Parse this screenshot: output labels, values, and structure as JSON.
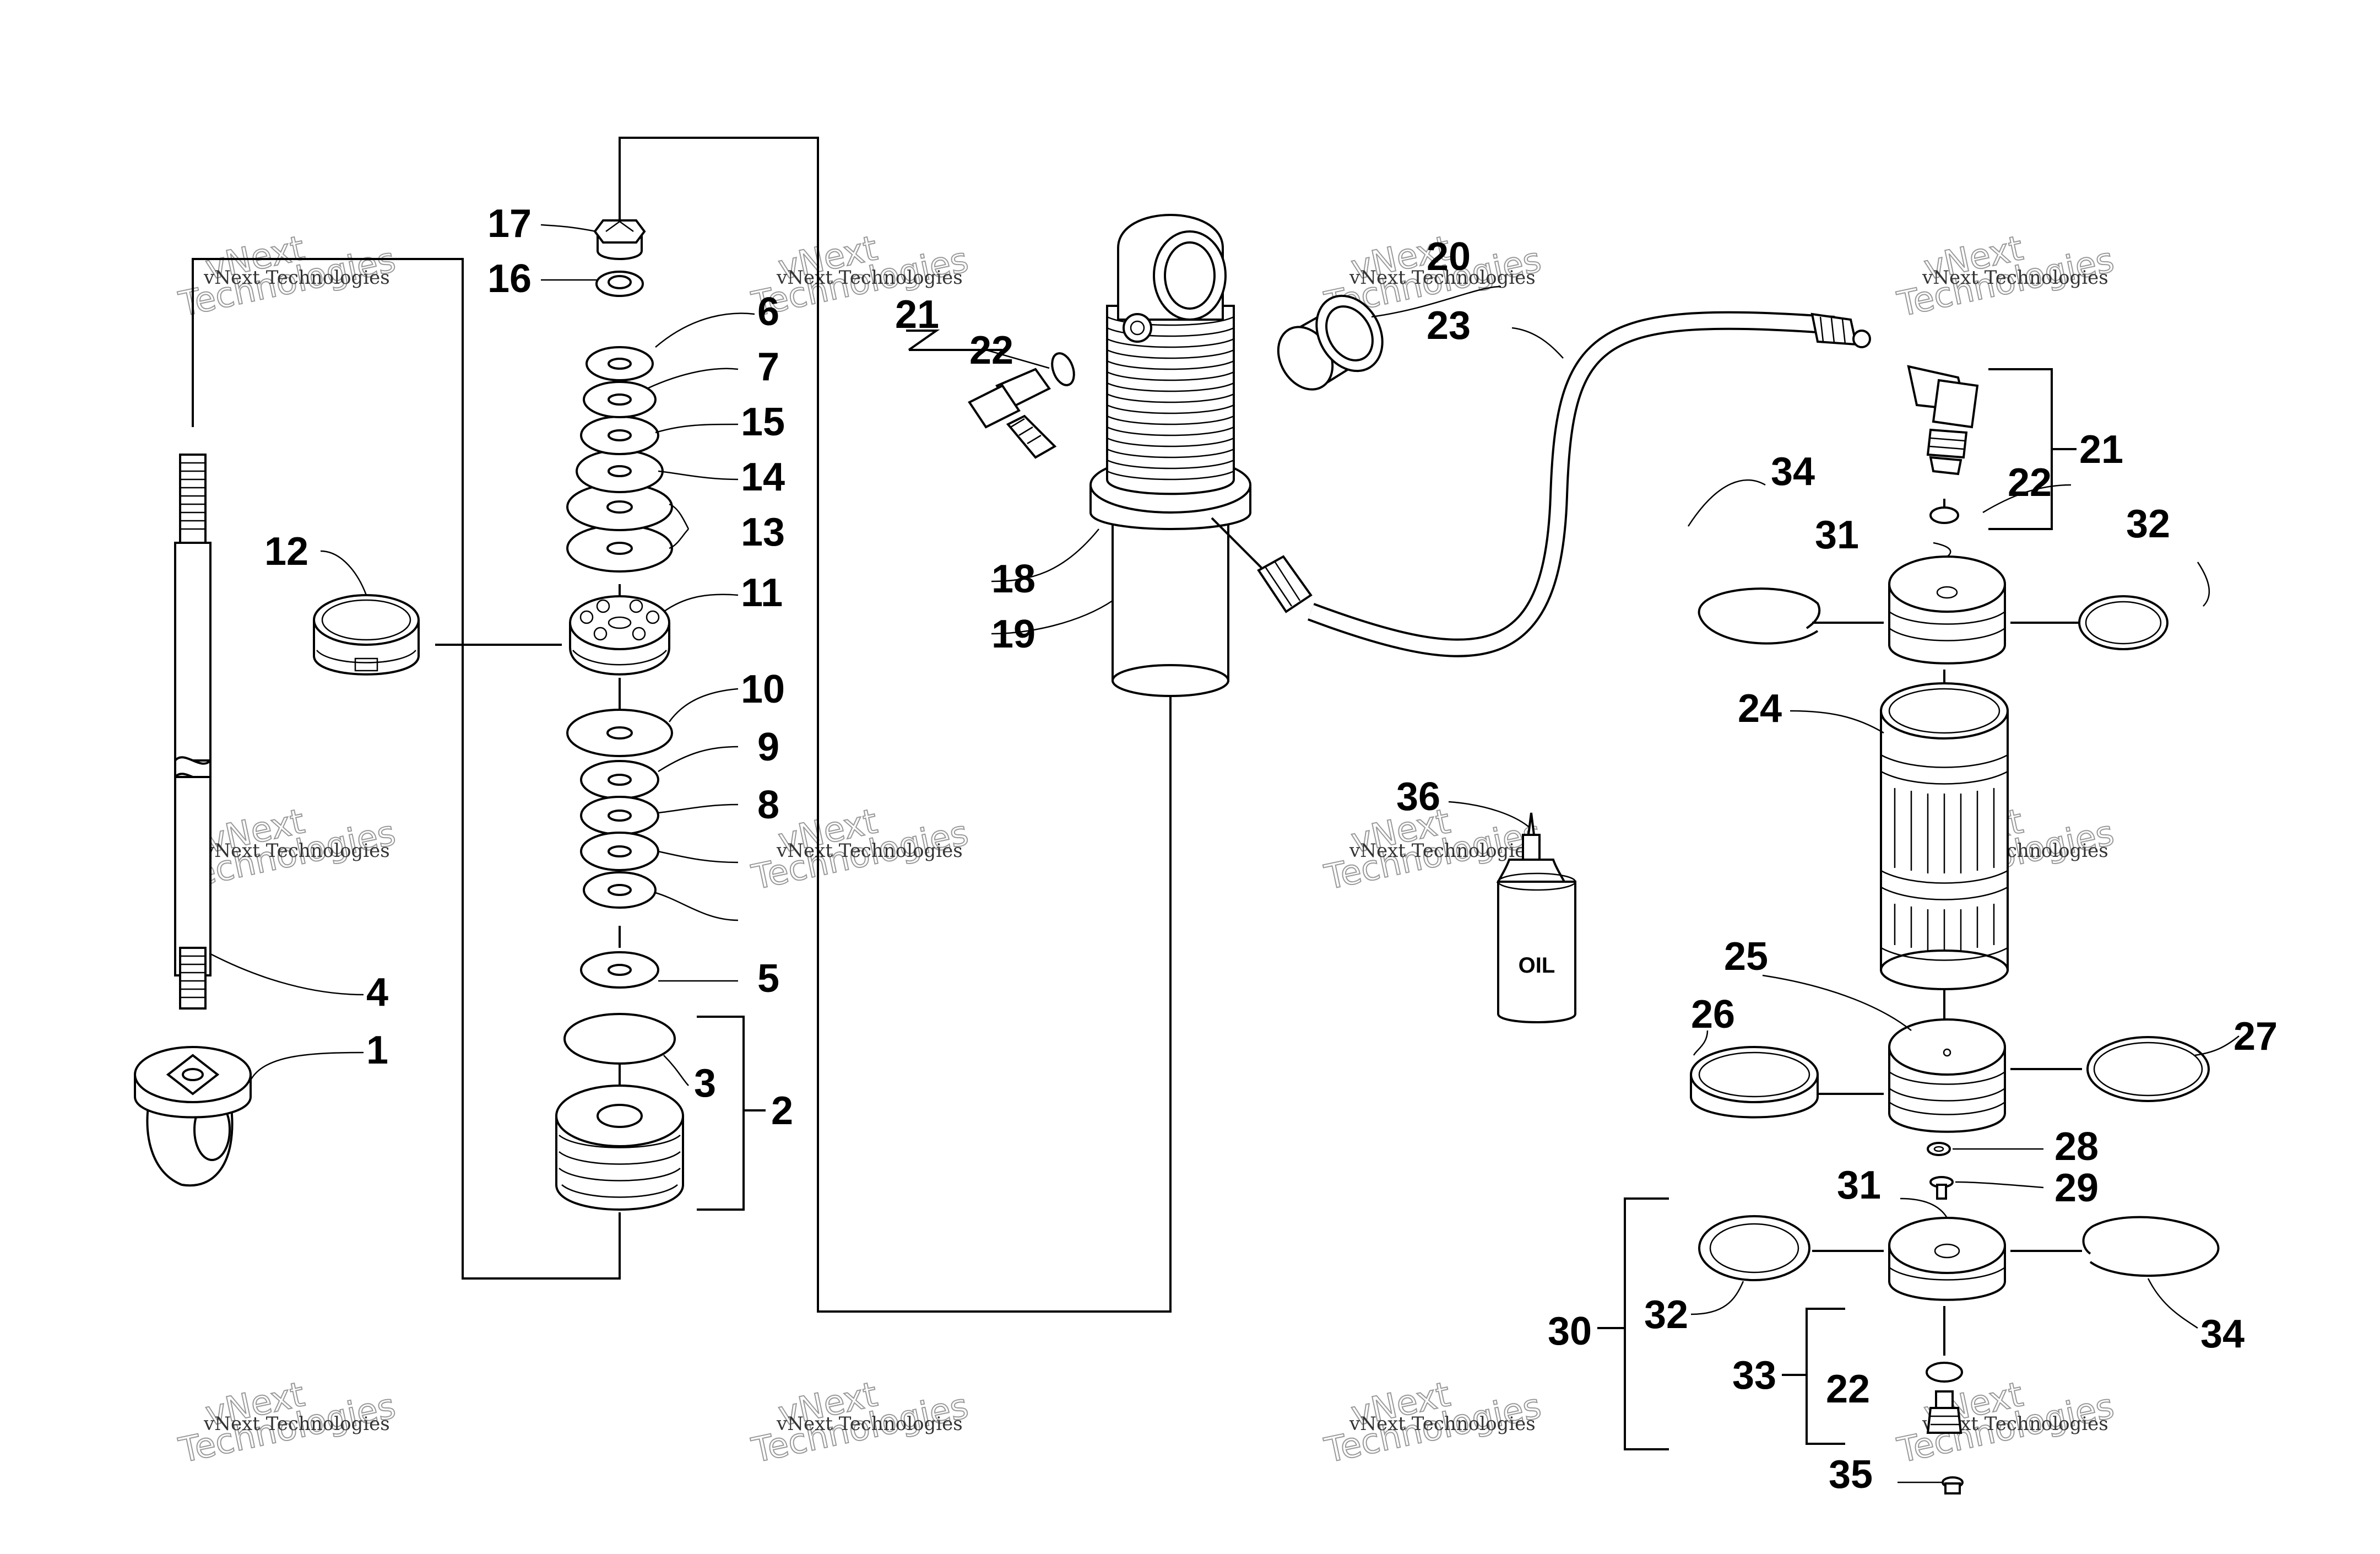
{
  "callouts": [
    "1",
    "2",
    "3",
    "4",
    "5",
    "6",
    "7",
    "8",
    "9",
    "10",
    "11",
    "12",
    "13",
    "14",
    "15",
    "16",
    "17",
    "18",
    "19",
    "20",
    "21",
    "22",
    "23",
    "24",
    "25",
    "26",
    "27",
    "28",
    "29",
    "30",
    "31",
    "32",
    "33",
    "34",
    "35",
    "36"
  ],
  "bottle_label": "OIL",
  "watermark": {
    "line1": "vNext Technologies",
    "line2": "vNext",
    "line3": "Technologies"
  }
}
